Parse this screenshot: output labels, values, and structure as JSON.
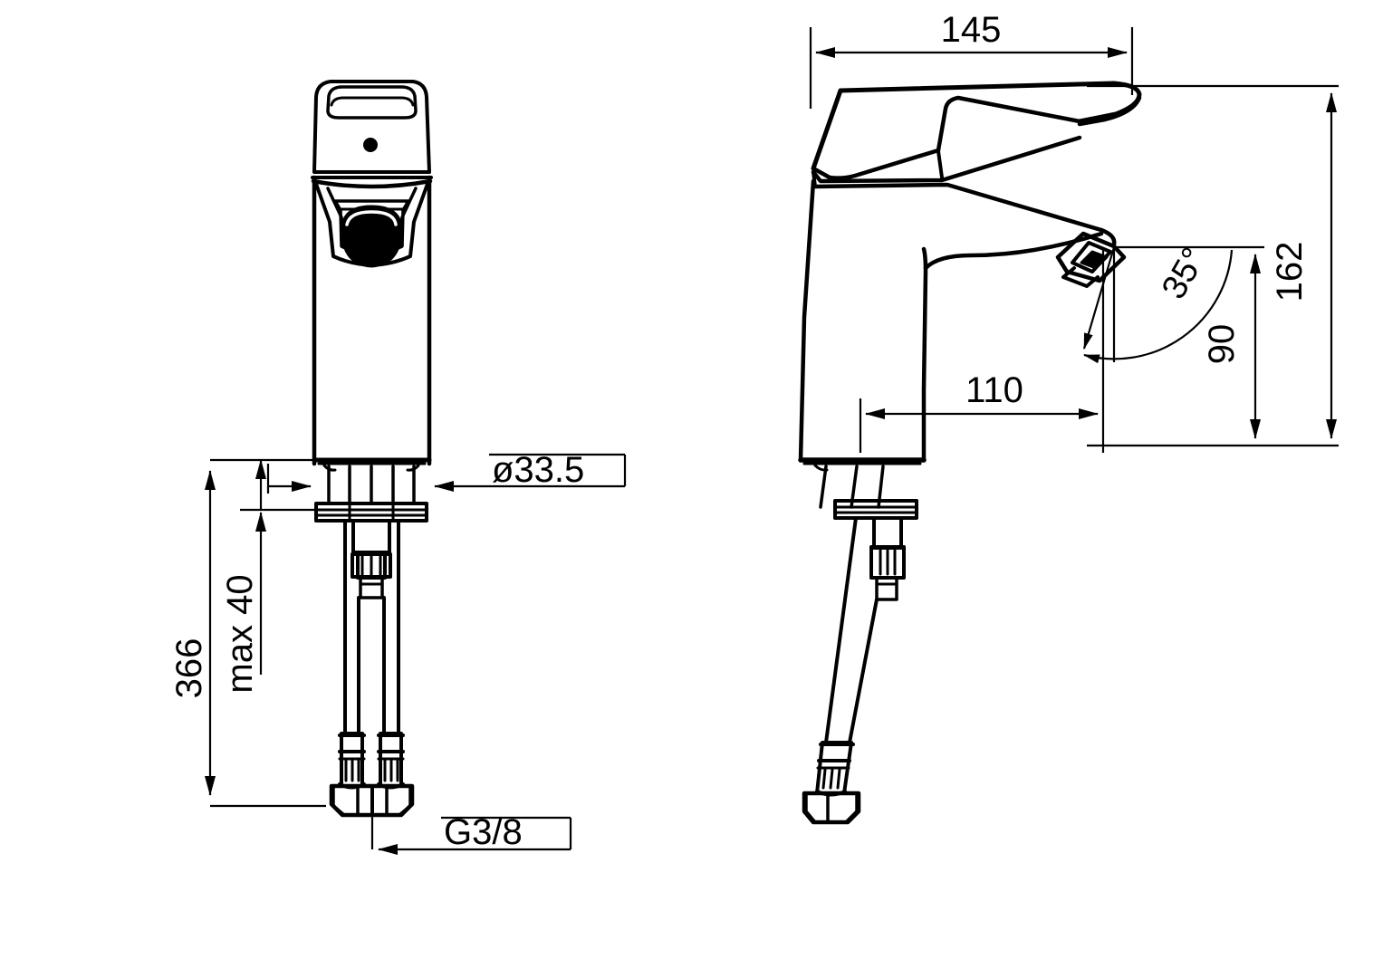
{
  "drawing": {
    "type": "technical-dimension-drawing",
    "subject": "single-lever washbasin mixer tap",
    "units": "mm",
    "line_color": "#000000",
    "background_color": "#ffffff",
    "views": [
      {
        "name": "front-view",
        "position": "left"
      },
      {
        "name": "side-view",
        "position": "right"
      }
    ]
  },
  "front_view": {
    "dimensions": {
      "total_height": "366",
      "mounting_thickness": "max 40",
      "base_diameter": "ø33.5",
      "thread": "G3/8"
    }
  },
  "side_view": {
    "dimensions": {
      "spout_overall_length": "145",
      "overall_height": "162",
      "spout_reach": "110",
      "spout_height": "90",
      "outlet_angle": "35°"
    }
  },
  "labels": {
    "d366": "366",
    "max40": "max 40",
    "dia335": "ø33.5",
    "g38": "G3/8",
    "d145": "145",
    "d162": "162",
    "d110": "110",
    "d90": "90",
    "a35": "35°"
  }
}
